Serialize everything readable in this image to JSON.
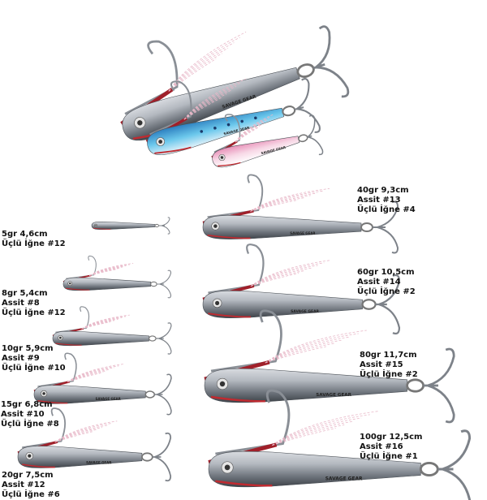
{
  "brand_logo_text": "SAVAGE GEAR",
  "colors": {
    "body": "#9aa0a8",
    "assist_cord": "#a0202a",
    "feather": "#e8b8c8",
    "hero_blue": "#4fb3e0",
    "hero_pink": "#f0b8d0"
  },
  "variants": [
    {
      "weight": "5gr 4,6cm",
      "treble": "Üçlü İğne #12"
    },
    {
      "weight": "8gr 5,4cm",
      "assist": "Assit #8",
      "treble": "Üçlü İğne #12"
    },
    {
      "weight": "10gr 5,9cm",
      "assist": "Assit #9",
      "treble": "Üçlü İğne #10"
    },
    {
      "weight": "15gr 6,8cm",
      "assist": "Assit #10",
      "treble": "Üçlü İğne #8"
    },
    {
      "weight": "20gr 7,5cm",
      "assist": "Assit #12",
      "treble": "Üçlü İğne #6"
    },
    {
      "weight": "40gr 9,3cm",
      "assist": "Assit #13",
      "treble": "Üçlü İğne #4"
    },
    {
      "weight": "60gr 10,5cm",
      "assist": "Assit #14",
      "treble": "Üçlü İğne #2"
    },
    {
      "weight": "80gr 11,7cm",
      "assist": "Assit #15",
      "treble": "Üçlü İğne #2"
    },
    {
      "weight": "100gr 12,5cm",
      "assist": "Assit #16",
      "treble": "Üçlü İğne #1"
    }
  ]
}
